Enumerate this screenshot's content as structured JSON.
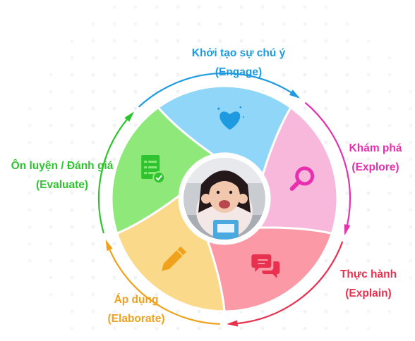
{
  "stages": [
    {
      "id": "engage",
      "title": "Khởi tạo sự chú ý",
      "subtitle": "(Engage)",
      "color": "#1e9be0",
      "fill": "#8fd6f8",
      "icon": "heart-icon"
    },
    {
      "id": "explore",
      "title": "Khám phá",
      "subtitle": "(Explore)",
      "color": "#e82fae",
      "fill": "#f8b8dc",
      "icon": "magnifier-icon"
    },
    {
      "id": "explain",
      "title": "Thực hành",
      "subtitle": "(Explain)",
      "color": "#e8304f",
      "fill": "#fb9aa6",
      "icon": "chat-bubbles-icon"
    },
    {
      "id": "elaborate",
      "title": "Áp dụng",
      "subtitle": "(Elaborate)",
      "color": "#f0a21c",
      "fill": "#fbd98a",
      "icon": "pencil-icon"
    },
    {
      "id": "evaluate",
      "title": "Ôn luyện / Đánh giá",
      "subtitle": "(Evaluate)",
      "color": "#2fc42f",
      "fill": "#8ee87a",
      "icon": "checklist-icon"
    }
  ],
  "center_image": "child-photo"
}
